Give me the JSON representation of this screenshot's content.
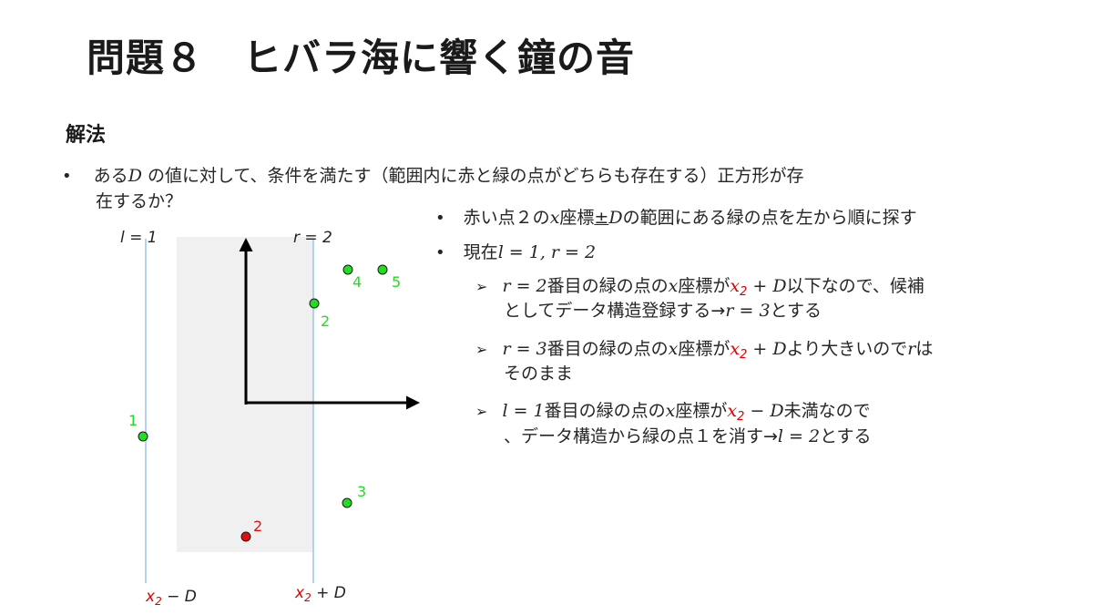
{
  "title": "問題８　ヒバラ海に響く鐘の音",
  "subheading": "解法",
  "bullet1": {
    "dot": "•",
    "line1_a": "ある",
    "line1_D": "D",
    "line1_b": " の値に対して、条件を満たす（範囲内に赤と緑の点がどちらも存在する）正方形が存",
    "line2": "在するか？"
  },
  "bullet2": {
    "dot": "•",
    "a": "赤い点２の",
    "x": "x",
    "b": "座標",
    "pm": "±",
    "D": "D",
    "c": "の範囲にある緑の点を左から順に探す"
  },
  "bullet3": {
    "dot": "•",
    "a": "現在",
    "math": "l = 1, r = 2"
  },
  "sub1": {
    "marker": "➢",
    "m1": "r = 2",
    "t1": "番目の緑の点の",
    "x": "x",
    "t2": "座標が",
    "x2": "x",
    "s2": "2",
    "plusD": " + D",
    "t3": "以下なので、候補",
    "line2_a": "としてデータ構造登録する→",
    "line2_m": "r = 3",
    "line2_b": "とする"
  },
  "sub2": {
    "marker": "➢",
    "m1": "r = 3",
    "t1": "番目の緑の点の",
    "x": "x",
    "t2": "座標が",
    "x2": "x",
    "s2": "2",
    "plusD": " + D",
    "t3": "より大きいので",
    "r": "r",
    "t4": "は",
    "line2": "そのまま"
  },
  "sub3": {
    "marker": "➢",
    "m1": "l = 1",
    "t1": "番目の緑の点の",
    "x": "x",
    "t2": "座標が",
    "x2": "x",
    "s2": "2",
    "minusD": " − D",
    "t3": "未満なので",
    "line2_a": "、データ構造から緑の点１を消す→",
    "line2_m": "l = 2",
    "line2_b": "とする"
  },
  "diagram": {
    "label_l": "l = 1",
    "label_r": "r = 2",
    "bottom_left_x": "x",
    "bottom_left_sub": "2",
    "bottom_left_rest": " − D",
    "bottom_right_x": "x",
    "bottom_right_sub": "2",
    "bottom_right_rest": " + D",
    "colors": {
      "green": "#22dd22",
      "red": "#e01010",
      "line": "#9dc3e6",
      "band": "#f0f0f0",
      "point_stroke": "#1a1a1a"
    },
    "green_points": [
      {
        "label": "1"
      },
      {
        "label": "2"
      },
      {
        "label": "3"
      },
      {
        "label": "4"
      },
      {
        "label": "5"
      }
    ],
    "red_points": [
      {
        "label": "2"
      }
    ]
  }
}
